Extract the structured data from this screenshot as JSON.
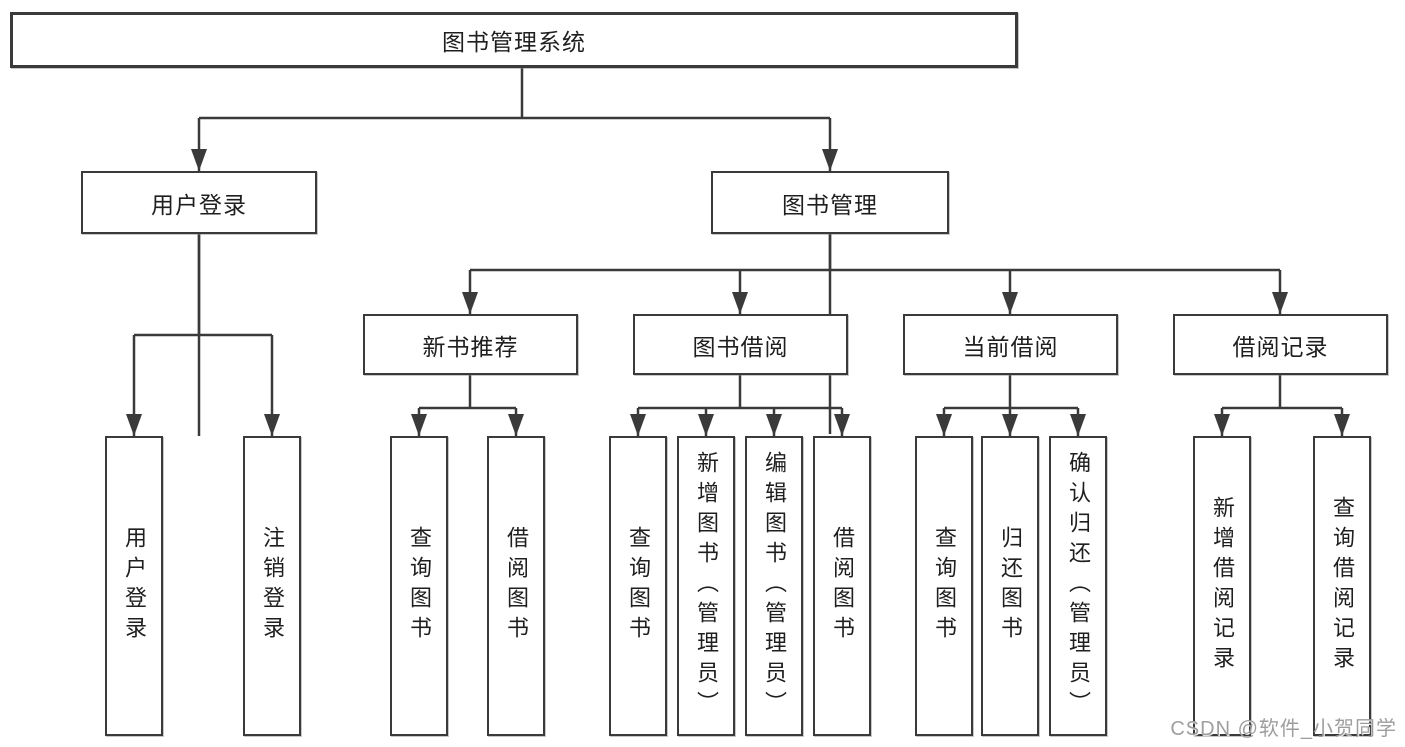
{
  "diagram": {
    "colors": {
      "line": "#3a3a3a",
      "text": "#1f1f1f",
      "box_background": "#ffffff",
      "page_background": "#ffffff",
      "watermark": "#9e9e9e"
    },
    "tree": {
      "label": "图书管理系统",
      "children": [
        {
          "label": "用户登录",
          "children": [
            {
              "label": "用户登录"
            },
            {
              "label": "注销登录"
            }
          ]
        },
        {
          "label": "图书管理",
          "children": [
            {
              "label": "新书推荐",
              "children": [
                {
                  "label": "查询图书"
                },
                {
                  "label": "借阅图书"
                }
              ]
            },
            {
              "label": "图书借阅",
              "children": [
                {
                  "label": "查询图书"
                },
                {
                  "label": "新增图书（管理员）"
                },
                {
                  "label": "编辑图书（管理员）"
                },
                {
                  "label": "借阅图书"
                }
              ]
            },
            {
              "label": "当前借阅",
              "children": [
                {
                  "label": "查询图书"
                },
                {
                  "label": "归还图书"
                },
                {
                  "label": "确认归还（管理员）"
                }
              ]
            },
            {
              "label": "借阅记录",
              "children": [
                {
                  "label": "新增借阅记录"
                },
                {
                  "label": "查询借阅记录"
                }
              ]
            }
          ]
        }
      ]
    }
  },
  "watermark": {
    "text": "CSDN @软件_小贺同学"
  }
}
